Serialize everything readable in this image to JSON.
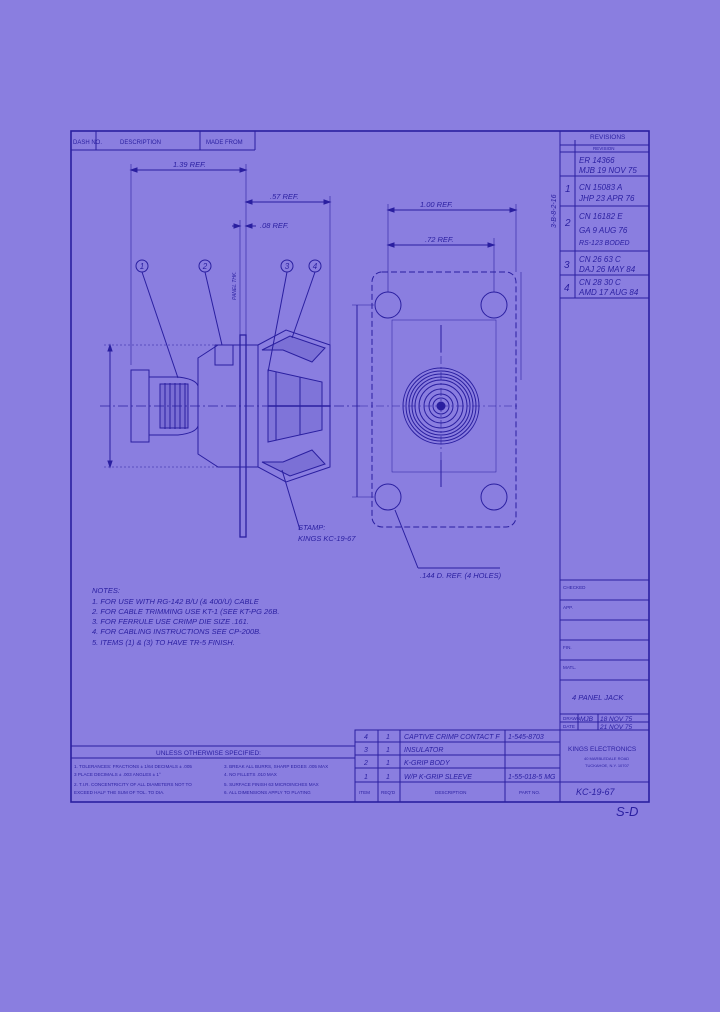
{
  "header": {
    "dash_no_label": "DASH NO.",
    "description_label": "DESCRIPTION",
    "made_from_label": "MADE FROM"
  },
  "revisions": {
    "title": "REVISIONS",
    "subtitle": "REVISION",
    "side_code": "3-B-8-2-16",
    "entries": [
      {
        "sym": "",
        "line1": "ER 14366",
        "line2": "MJB 19 NOV 75"
      },
      {
        "sym": "1",
        "line1": "CN 15083 A",
        "line2": "JHP  23 APR 76"
      },
      {
        "sym": "2",
        "line1": "CN 16182 E",
        "line2": "GA      9 AUG 76",
        "line3": "RS-123 BODED"
      },
      {
        "sym": "3",
        "line1": "CN 26 63 C",
        "line2": "DAJ 26 MAY 84"
      },
      {
        "sym": "4",
        "line1": "CN 28 30 C",
        "line2": "AMD  17 AUG 84"
      }
    ]
  },
  "dimensions": {
    "overall": "1.39 REF.",
    "d1": ".57 REF.",
    "d2": ".08 REF.",
    "d3": "1.00 REF.",
    "d4": ".72 REF.",
    "holes": ".144 D. REF. (4 HOLES)",
    "vertical": "PANEL THK."
  },
  "items": [
    "1",
    "2",
    "3",
    "4"
  ],
  "stamp": {
    "line1": "STAMP:",
    "line2": "KINGS KC-19-67"
  },
  "notes": {
    "title": "NOTES:",
    "lines": [
      "1. FOR USE WITH RG-142 B/U (& 400/U) CABLE",
      "2. FOR CABLE TRIMMING USE KT-1 (SEE KT-PG 26B.",
      "3. FOR FERRULE USE CRIMP DIE SIZE .161.",
      "4. FOR CABLING INSTRUCTIONS SEE CP-200B.",
      "5. ITEMS (1) & (3) TO HAVE TR-5 FINISH."
    ]
  },
  "tolerance": {
    "title": "UNLESS OTHERWISE SPECIFIED:",
    "left": [
      "1. TOLERANCES: FRACTIONS ± 1/64  DECIMALS ± .005",
      "   3 PLACE DECIMALS ± .003       ANGLES ± 1°",
      "2. T.I.R. CONCENTRICITY OF ALL DIAMETERS NOT TO",
      "   EXCEED HALF THE SUM OF TOL. TO DIA."
    ],
    "right": [
      "3. BREAK ALL BURRS, SHARP EDGES .005 MAX",
      "4. NO FILLETS .010 MAX",
      "5. SURFACE FINISH 63 MICROINCHES MAX",
      "6. ALL DIMENSIONS APPLY TO PLATING"
    ]
  },
  "bom": {
    "rows": [
      {
        "item": "4",
        "qty": "1",
        "desc": "CAPTIVE CRIMP CONTACT F",
        "part": "1-545-8703"
      },
      {
        "item": "3",
        "qty": "1",
        "desc": "INSULATOR",
        "part": ""
      },
      {
        "item": "2",
        "qty": "1",
        "desc": "K-GRIP BODY",
        "part": ""
      },
      {
        "item": "1",
        "qty": "1",
        "desc": "W/P K-GRIP SLEEVE",
        "part": "1-55-018-5 MG"
      }
    ],
    "headers": {
      "item": "ITEM",
      "qty": "REQ'D",
      "desc": "DESCRIPTION",
      "part": "PART NO."
    }
  },
  "title_block": {
    "labels": [
      "CHECKED",
      "APP.",
      "MATL.",
      "FIN."
    ],
    "part_title": "4 PANEL JACK",
    "drawn_label": "DRAWN",
    "drawn_by": "MJB",
    "drawn_date": "18 NOV 75",
    "date_label": "DATE",
    "date_val": "21 NOV 75",
    "company": "KINGS ELECTRONICS",
    "company_sub1": "40 MARBLEDALE ROAD",
    "company_sub2": "TUCKAHOE, N.Y. 10707",
    "drawing_no": "KC-19-67",
    "sheet_mark": "S-D"
  },
  "colors": {
    "paper": "#8a7ee0",
    "ink": "#2a1fa0"
  }
}
